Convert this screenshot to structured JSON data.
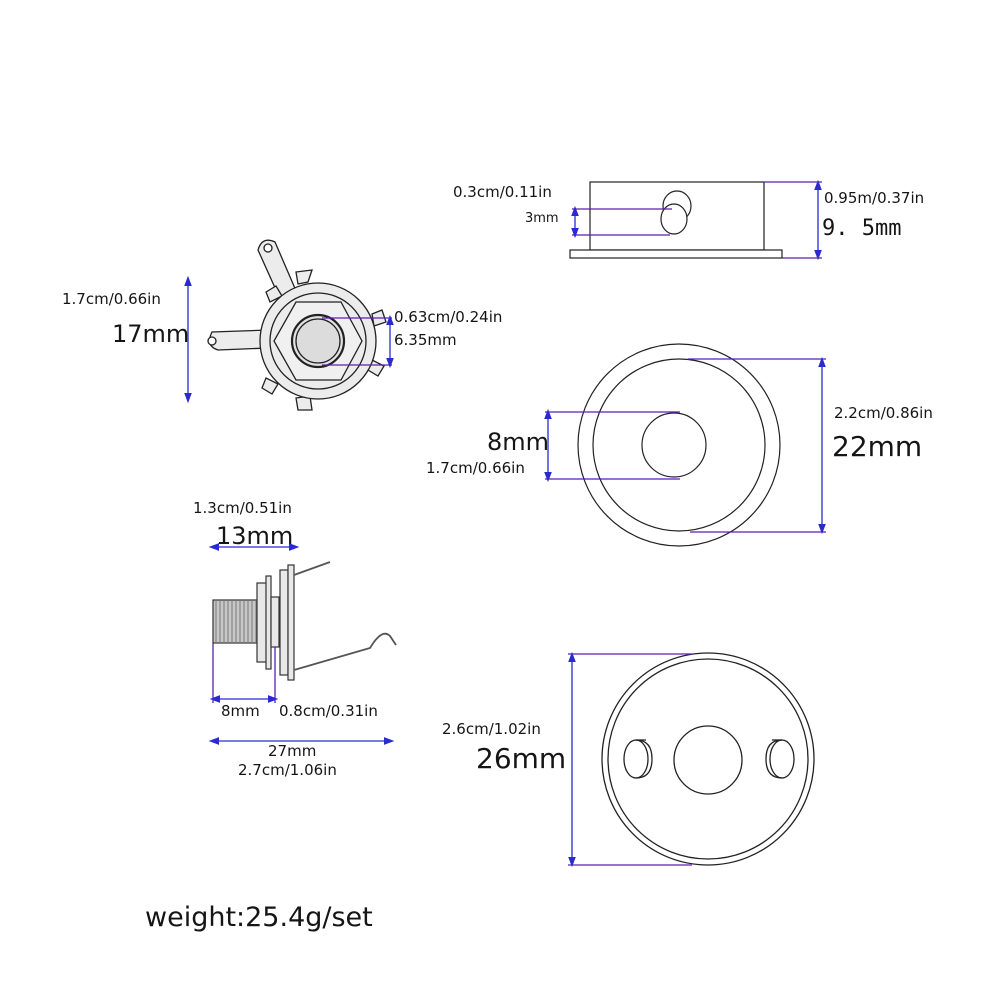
{
  "colors": {
    "dimension_line": "#5a1fb5",
    "arrow": "#2a2ad0",
    "outline": "#222222",
    "fill": "#ececec"
  },
  "side_view_top": {
    "pin_label_metric": "0.3cm/0.11in",
    "pin_label_mm": "3mm",
    "height_label_metric": "0.95m/0.37in",
    "height_label_mm": "9. 5mm"
  },
  "jack_front_view": {
    "height_label_metric": "1.7cm/0.66in",
    "height_label_mm": "17mm",
    "bore_label_metric": "0.63cm/0.24in",
    "bore_label_mm": "6.35mm"
  },
  "washer_view": {
    "hole_label_mm": "8mm",
    "hole_label_metric": "1.7cm/0.66in",
    "outer_label_metric": "2.2cm/0.86in",
    "outer_label_mm": "22mm"
  },
  "jack_side_view": {
    "thread_label_metric": "1.3cm/0.51in",
    "thread_label_mm": "13mm",
    "shaft_label_mm": "8mm",
    "shaft_label_metric": "0.8cm/0.31in",
    "total_label_mm": "27mm",
    "total_label_metric": "2.7cm/1.06in"
  },
  "plate_view": {
    "diameter_label_metric": "2.6cm/1.02in",
    "diameter_label_mm": "26mm"
  },
  "footer": {
    "weight": "weight:25.4g/set"
  }
}
